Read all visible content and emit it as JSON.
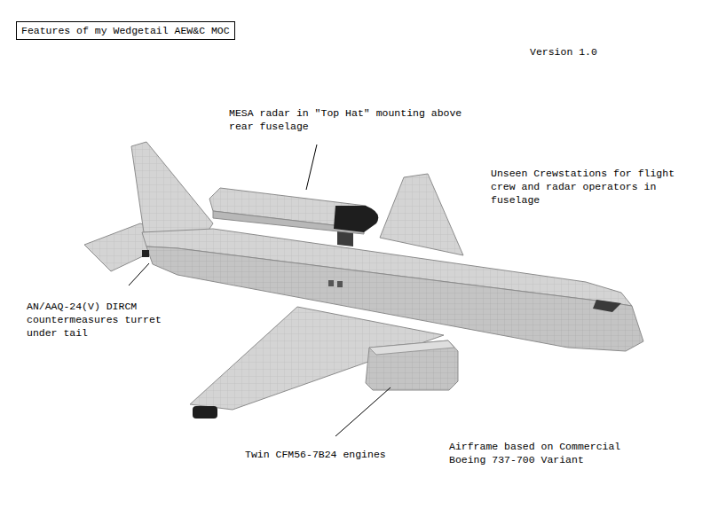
{
  "diagram": {
    "title": "Features of my Wedgetail AEW&C MOC",
    "labels": [
      "Version 1.0",
      "MESA radar in \"Top Hat\" mounting above rear fuselage",
      "Unseen Crewstations for flight crew and radar operators in fuselage",
      "AN/AAQ-24(V) DIRCM countermeasures turret under tail",
      "Twin CFM56-7B24 engines",
      "Airframe based on Commercial Boeing 737-700 Variant"
    ]
  }
}
